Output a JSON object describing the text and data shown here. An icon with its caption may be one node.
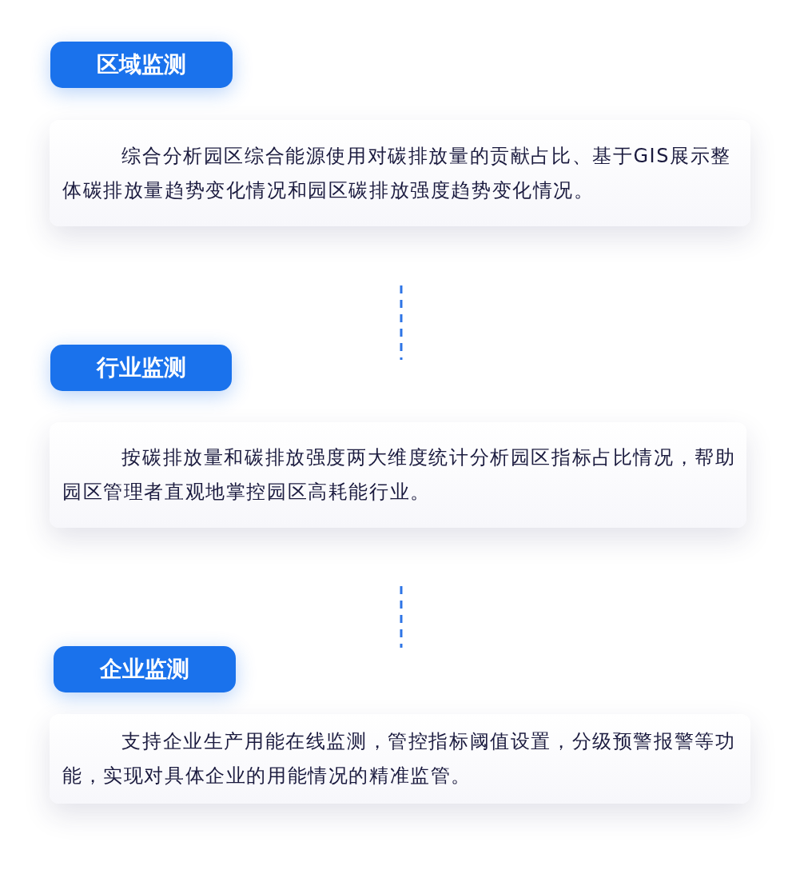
{
  "diagram": {
    "nodes": [
      {
        "text": [
          "区域监测"
        ]
      },
      {
        "text": [
          "综合分析园区综合能源使用对碳排放量的贡献占比、基于GIS展示整体碳排放量趋势变化情况和园区碳排放强度趋势变化情况。"
        ]
      },
      {
        "text": [
          "行业监测"
        ]
      },
      {
        "text": [
          "按碳排放量和碳排放强度两大维度统计分析园区指标占比情况，帮助园区管理者直观地掌控园区高耗能行业。"
        ]
      },
      {
        "text": [
          "企业监测"
        ]
      },
      {
        "text": [
          "支持企业生产用能在线监测，管控指标阈值设置，分级预警报警等功能，实现对具体企业的用能情况的精准监管。"
        ]
      }
    ]
  }
}
